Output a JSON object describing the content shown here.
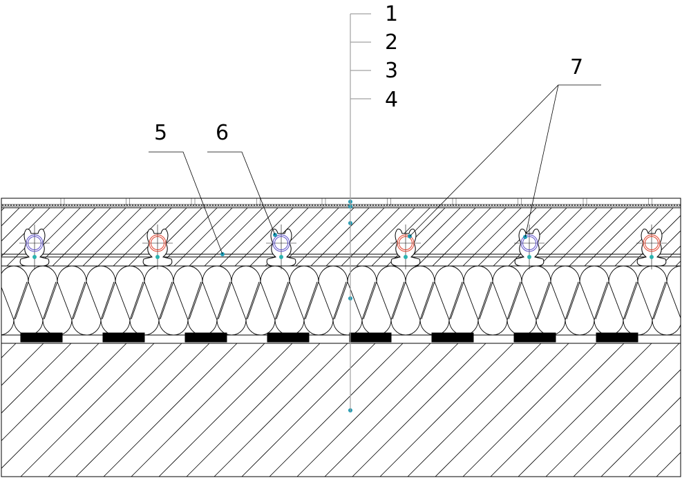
{
  "labels": {
    "l1": "1",
    "l2": "2",
    "l3": "3",
    "l4": "4",
    "l5": "5",
    "l6": "6",
    "l7": "7"
  },
  "colors": {
    "line": "#000000",
    "leader": "#a0a0a0",
    "supply_pipe": "#e0402a",
    "return_pipe": "#5b4fc8",
    "marker": "#1a9bb5",
    "clip": "#2bb3b0"
  },
  "pipes": [
    "return",
    "supply",
    "return",
    "supply",
    "return",
    "supply"
  ]
}
